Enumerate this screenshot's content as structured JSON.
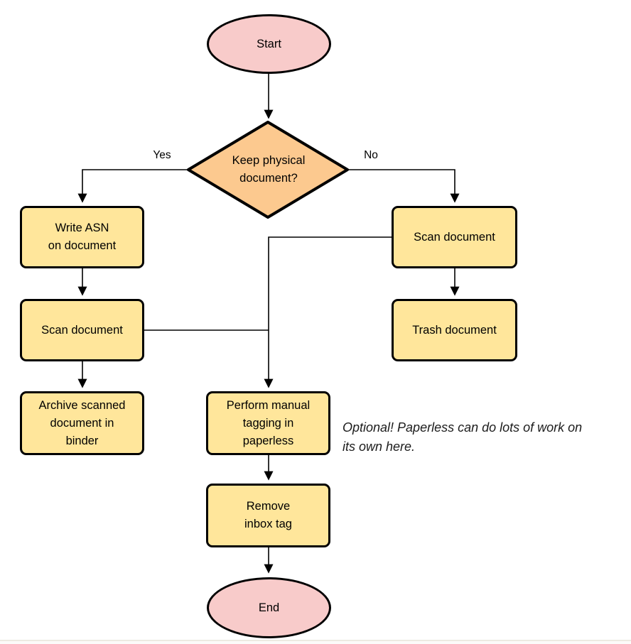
{
  "diagram": {
    "type": "flowchart",
    "nodes": {
      "start": {
        "shape": "terminator",
        "label": "Start"
      },
      "decision": {
        "shape": "decision",
        "label": "Keep physical\ndocument?"
      },
      "write_asn": {
        "shape": "process",
        "label": "Write ASN\non document"
      },
      "scan_left": {
        "shape": "process",
        "label": "Scan document"
      },
      "archive": {
        "shape": "process",
        "label": "Archive scanned\ndocument in\nbinder"
      },
      "scan_right": {
        "shape": "process",
        "label": "Scan document"
      },
      "trash": {
        "shape": "process",
        "label": "Trash document"
      },
      "tagging": {
        "shape": "process",
        "label": "Perform manual\ntagging in\npaperless"
      },
      "remove_inbox": {
        "shape": "process",
        "label": "Remove\ninbox tag"
      },
      "end": {
        "shape": "terminator",
        "label": "End"
      }
    },
    "edge_labels": {
      "yes": "Yes",
      "no": "No"
    },
    "edges": [
      {
        "from": "Start",
        "to": "Keep physical document?",
        "label": ""
      },
      {
        "from": "Keep physical document?",
        "to": "Write ASN on document",
        "label": "Yes"
      },
      {
        "from": "Keep physical document?",
        "to": "Scan document (right)",
        "label": "No"
      },
      {
        "from": "Write ASN on document",
        "to": "Scan document (left)",
        "label": ""
      },
      {
        "from": "Scan document (left)",
        "to": "Archive scanned document in binder",
        "label": ""
      },
      {
        "from": "Scan document (left)",
        "to": "Perform manual tagging in paperless",
        "label": ""
      },
      {
        "from": "Scan document (right)",
        "to": "Trash document",
        "label": ""
      },
      {
        "from": "Scan document (right)",
        "to": "Perform manual tagging in paperless",
        "label": ""
      },
      {
        "from": "Perform manual tagging in paperless",
        "to": "Remove inbox tag",
        "label": ""
      },
      {
        "from": "Remove inbox tag",
        "to": "End",
        "label": ""
      }
    ],
    "annotation": {
      "text": "Optional! Paperless can do lots of work on\nits own here."
    },
    "colors": {
      "terminator_fill": "#F8CBCA",
      "decision_fill": "#FCC98F",
      "process_fill": "#FFE69B",
      "stroke": "#000000",
      "connector": "#000000",
      "background": "#ffffff"
    }
  }
}
